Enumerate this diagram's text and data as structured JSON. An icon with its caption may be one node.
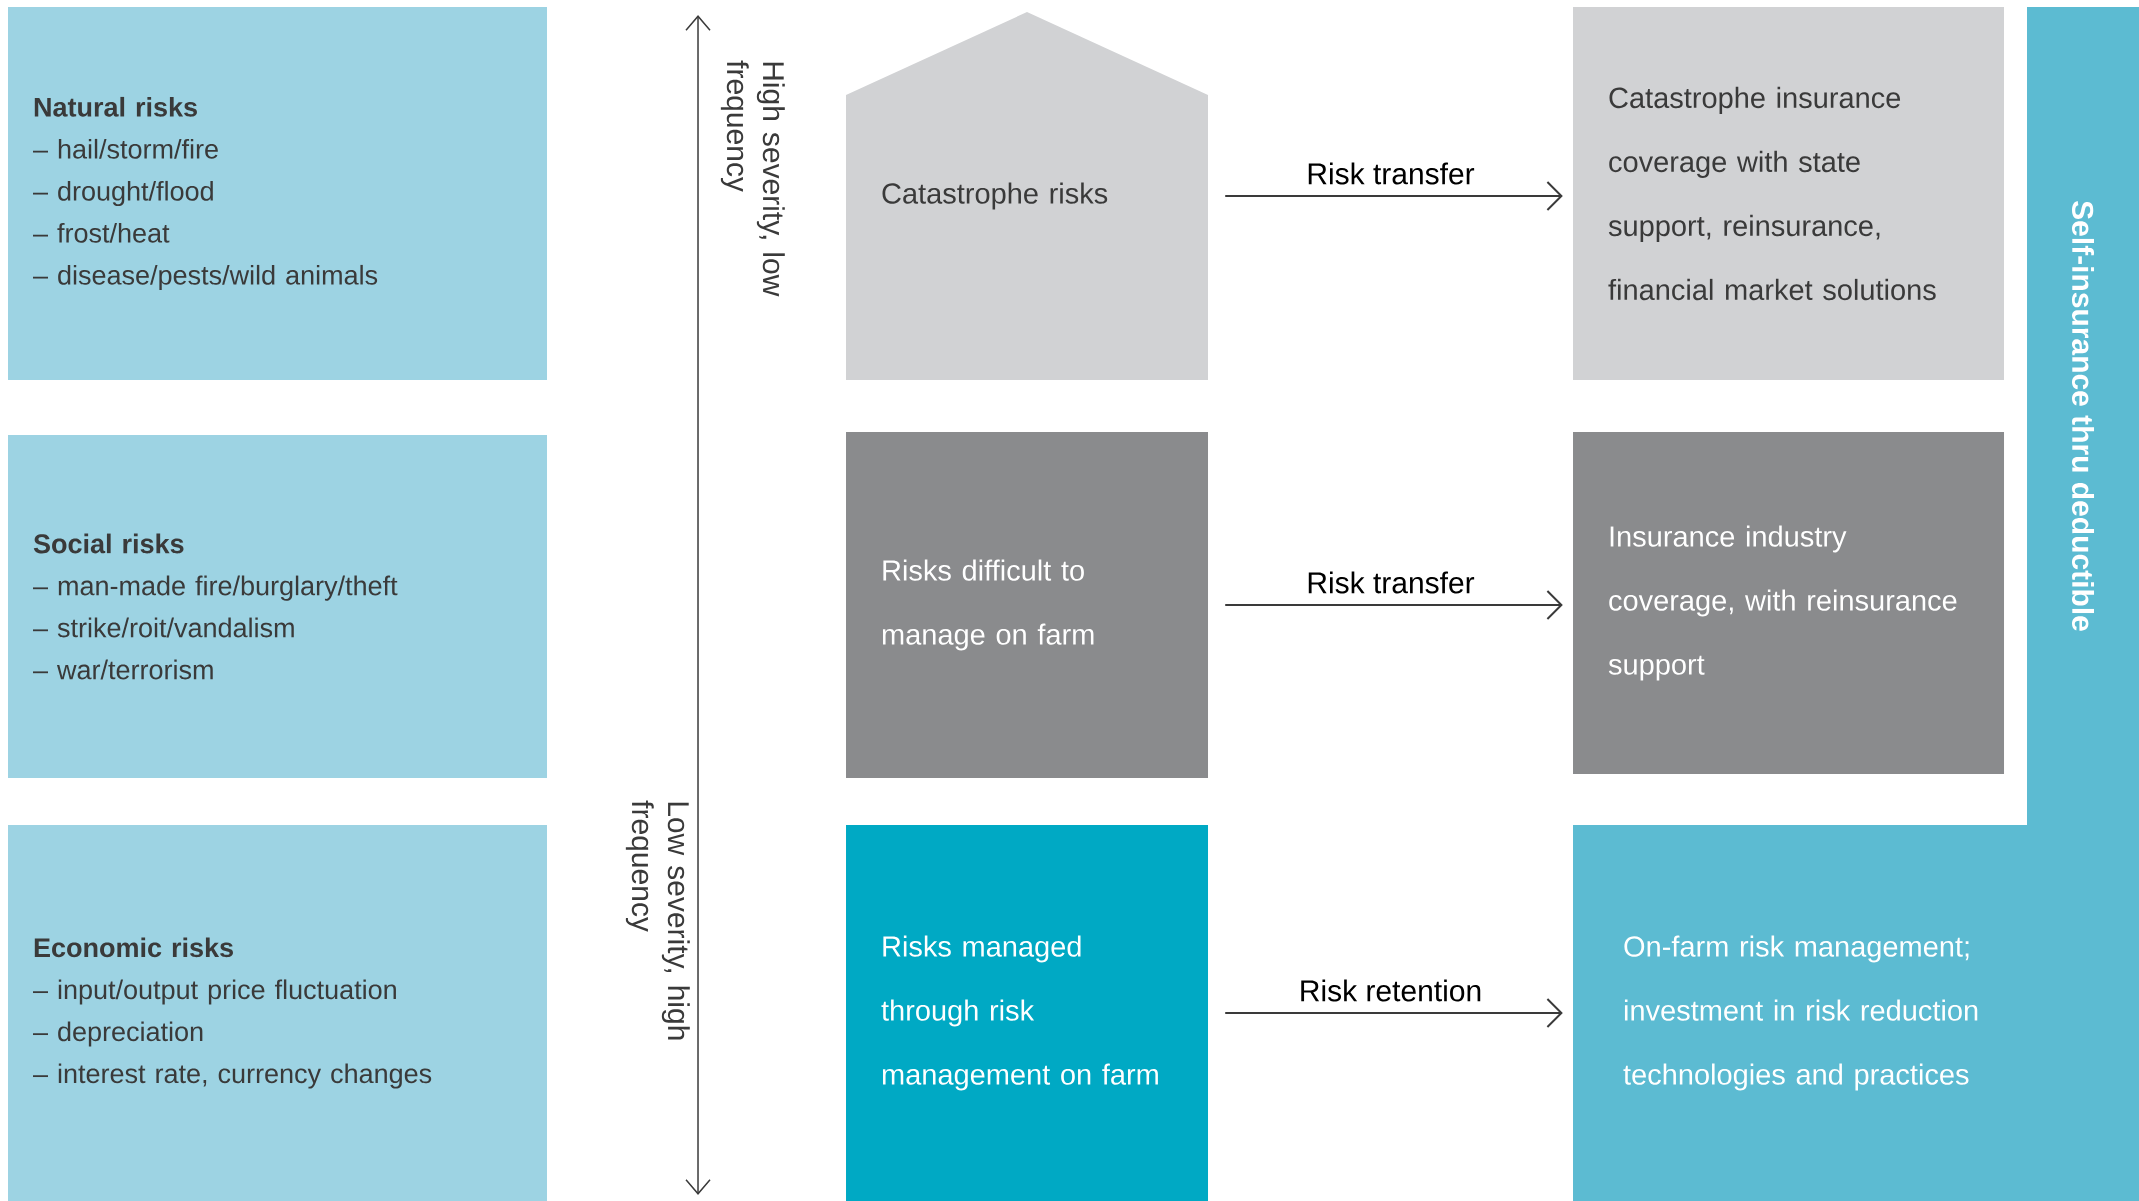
{
  "diagram": {
    "nodes": [
      {
        "text": [
          "Natural risks",
          "– hail/storm/fire",
          "– drought/flood",
          "– frost/heat",
          "– disease/pests/wild animals"
        ]
      },
      {
        "text": [
          "Social risks",
          "– man-made fire/burglary/theft",
          "– strike/roit/vandalism",
          "– war/terrorism"
        ]
      },
      {
        "text": [
          "Economic risks",
          "– input/output price fluctuation",
          "– depreciation",
          "– interest rate, currency changes"
        ]
      },
      {
        "text": [
          "Catastrophe risks"
        ]
      },
      {
        "text": [
          "Risks difficult to manage on farm"
        ]
      },
      {
        "text": [
          "Risks managed through risk management on farm"
        ]
      },
      {
        "text": [
          "Catastrophe insurance coverage with state support, reinsurance, financial market solutions"
        ]
      },
      {
        "text": [
          "Insurance industry coverage, with reinsurance support"
        ]
      },
      {
        "text": [
          "On-farm risk management; investment in risk reduction technologies and practices"
        ]
      },
      {
        "text": [
          "Self-insurance thru deductible"
        ]
      }
    ],
    "edges": [
      {
        "from": 3,
        "to": 6,
        "arrow": "to",
        "label": "Risk transfer"
      },
      {
        "from": 4,
        "to": 7,
        "arrow": "to",
        "label": "Risk transfer"
      },
      {
        "from": 5,
        "to": 8,
        "arrow": "to",
        "label": "Risk retention"
      }
    ],
    "labels": [
      "High severity, low frequency",
      "Low severity, high frequency"
    ]
  }
}
